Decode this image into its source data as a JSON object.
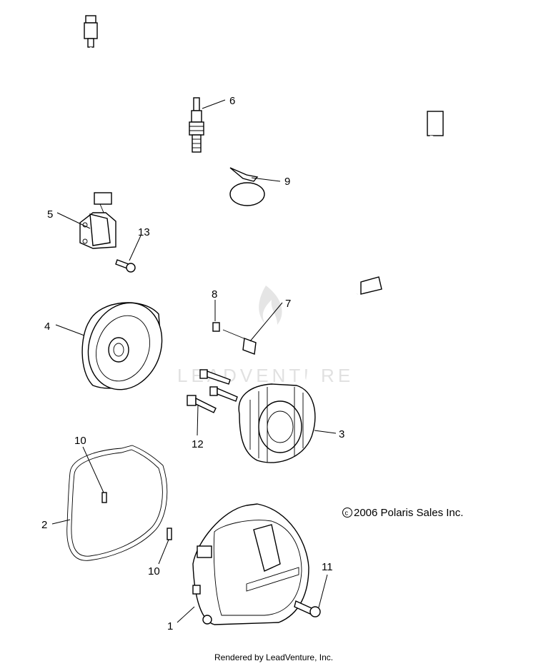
{
  "diagram": {
    "callouts": [
      {
        "id": "1",
        "label": "1"
      },
      {
        "id": "2",
        "label": "2"
      },
      {
        "id": "3",
        "label": "3"
      },
      {
        "id": "4",
        "label": "4"
      },
      {
        "id": "5",
        "label": "5"
      },
      {
        "id": "6",
        "label": "6"
      },
      {
        "id": "7",
        "label": "7"
      },
      {
        "id": "8",
        "label": "8"
      },
      {
        "id": "9",
        "label": "9"
      },
      {
        "id": "10a",
        "label": "10"
      },
      {
        "id": "10b",
        "label": "10"
      },
      {
        "id": "11",
        "label": "11"
      },
      {
        "id": "12",
        "label": "12"
      },
      {
        "id": "13",
        "label": "13"
      }
    ],
    "copyright": "2006 Polaris Sales Inc.",
    "watermark": "LEADVENTURE",
    "footer": "Rendered by LeadVenture, Inc."
  }
}
